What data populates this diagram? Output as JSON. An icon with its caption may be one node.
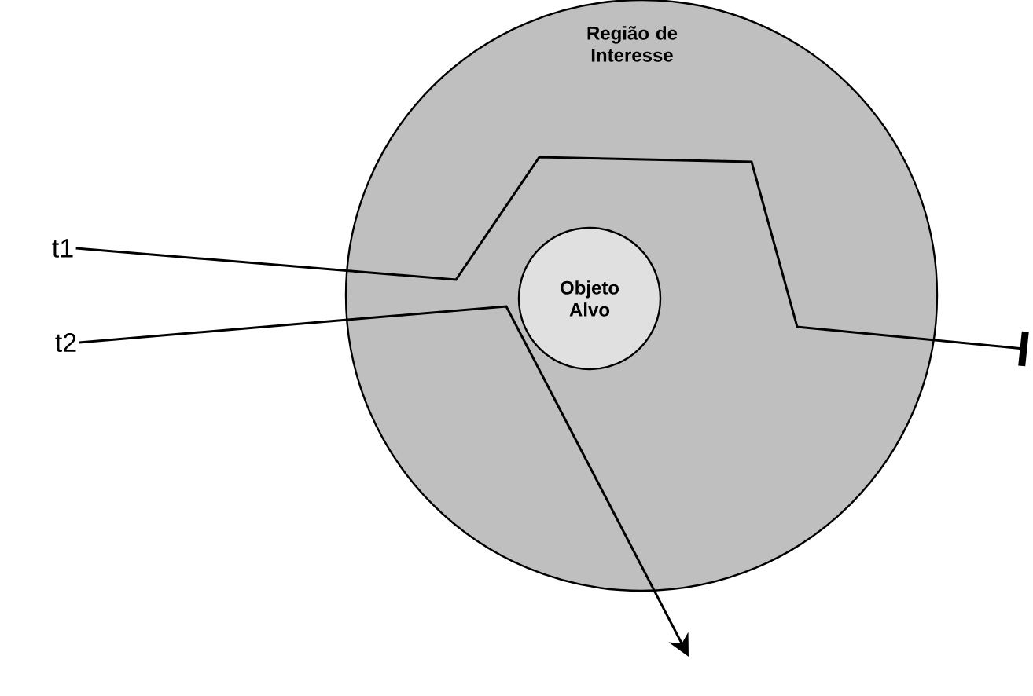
{
  "diagram": {
    "nodes": [
      {
        "text": [
          "Região de Interesse"
        ]
      },
      {
        "text": [
          "Objeto Alvo"
        ],
        "in": 0
      },
      {
        "text": [
          "t1"
        ]
      },
      {
        "text": [
          "t2"
        ]
      },
      {
        "text": [],
        "shape": "bar"
      }
    ],
    "edges": [
      {
        "from": 2,
        "to": 4,
        "arrow": "none"
      },
      {
        "from": 3,
        "to": null,
        "arrow": "to"
      }
    ]
  }
}
